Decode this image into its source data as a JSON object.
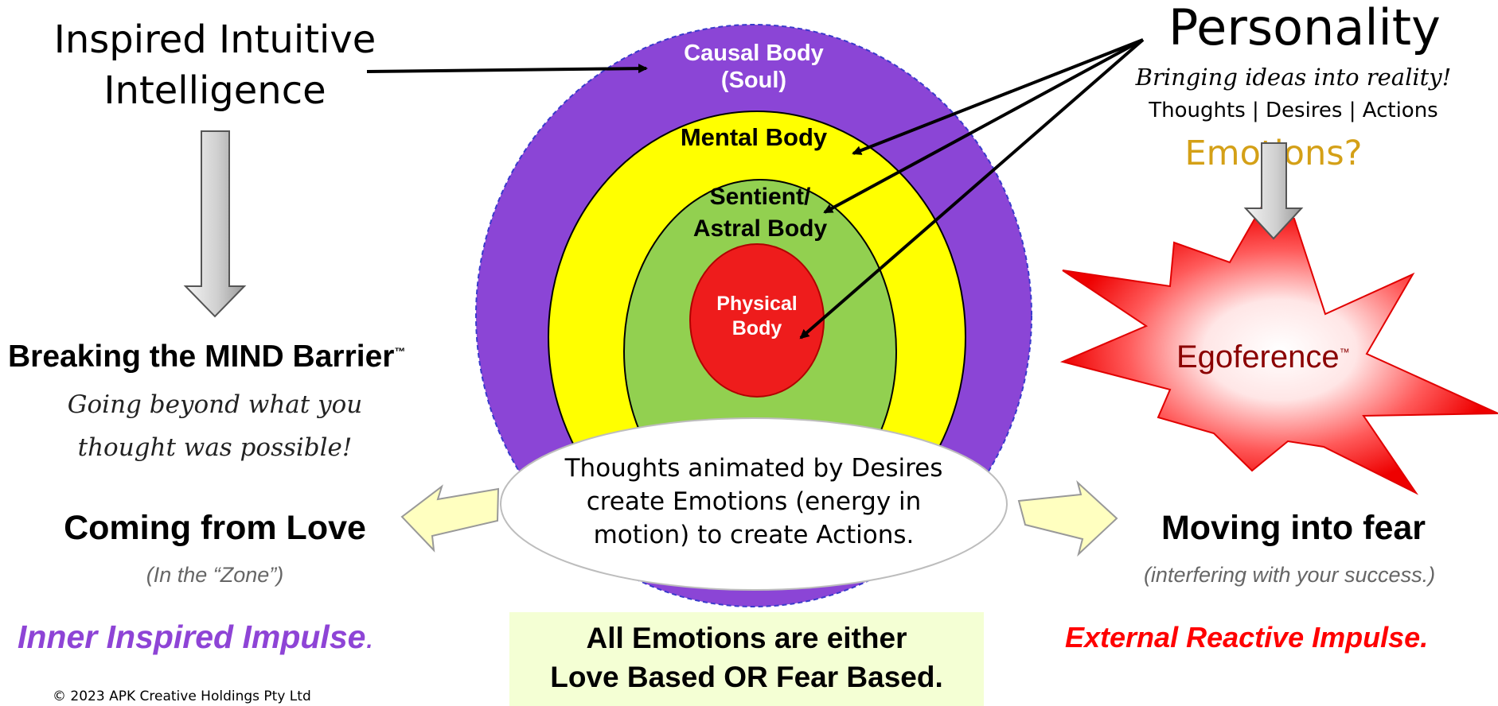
{
  "left": {
    "inspired_title": "Inspired Intuitive\nIntelligence",
    "mind_barrier": "Breaking the MIND Barrier",
    "mind_barrier_tm": "™",
    "going_beyond": "Going beyond what you\nthought was possible!",
    "coming_from_love": "Coming from Love",
    "in_the_zone": "(In the “Zone”)",
    "inner_impulse": "Inner Inspired Impulse",
    "inner_impulse_dot": "."
  },
  "center": {
    "causal": "Causal Body\n(Soul)",
    "mental": "Mental Body",
    "sentient": "Sentient/\nAstral Body",
    "physical": "Physical\nBody",
    "thoughts": "Thoughts animated by Desires\ncreate Emotions (energy in\nmotion) to create Actions.",
    "all_emotions": "All Emotions are either\nLove Based OR Fear Based."
  },
  "right": {
    "personality": "Personality",
    "bringing": "Bringing ideas into reality!",
    "thoughts_line": "Thoughts | Desires | Actions",
    "emotions": "Emotions?",
    "egoference": "Egoference",
    "egoference_tm": "™",
    "moving_fear": "Moving into fear",
    "interfering": "(interfering with your success.)",
    "external_impulse": "External Reactive Impulse."
  },
  "footer": {
    "copyright": "©  2023 APK Creative Holdings Pty Ltd"
  },
  "colors": {
    "causal_purple": "#8b45d6",
    "mental_yellow": "#ffff00",
    "sentient_green": "#92d050",
    "physical_red": "#ee1c1c",
    "love_purple": "#8e44d6",
    "fear_red": "#ff0000",
    "emotions_gold": "#d4a017",
    "highlight_bg": "#f4ffd4",
    "pale_arrow": "#ffffc0"
  }
}
